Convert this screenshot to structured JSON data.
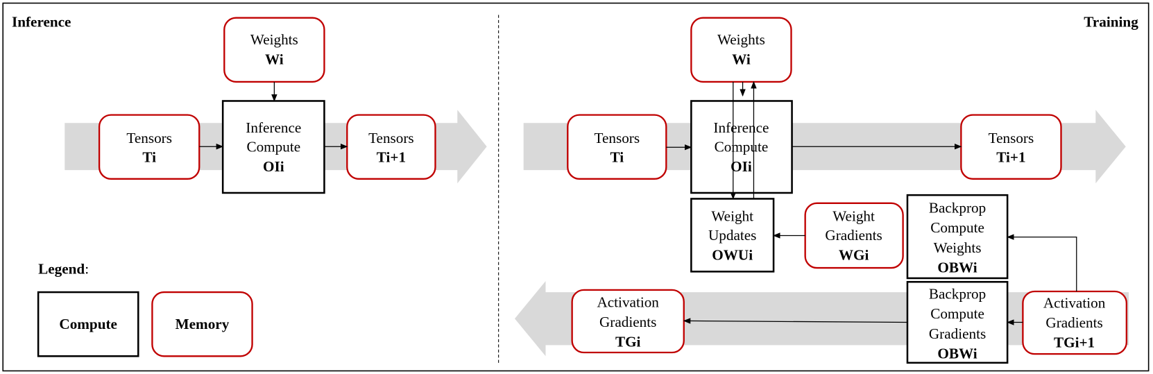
{
  "inference": {
    "title": "Inference",
    "weights": {
      "label": "Weights",
      "id": "Wi"
    },
    "tensors_in": {
      "label": "Tensors",
      "id": "Ti"
    },
    "compute": {
      "line1": "Inference",
      "line2": "Compute",
      "id": "OIi"
    },
    "tensors_out": {
      "label": "Tensors",
      "id": "Ti+1"
    }
  },
  "legend": {
    "title": "Legend",
    "colon": ":",
    "compute": "Compute",
    "memory": "Memory"
  },
  "training": {
    "title": "Training",
    "weights": {
      "label": "Weights",
      "id": "Wi"
    },
    "tensors_in": {
      "label": "Tensors",
      "id": "Ti"
    },
    "compute": {
      "line1": "Inference",
      "line2": "Compute",
      "id": "OIi"
    },
    "tensors_out": {
      "label": "Tensors",
      "id": "Ti+1"
    },
    "weight_updates": {
      "line1": "Weight",
      "line2": "Updates",
      "id": "OWUi"
    },
    "weight_gradients": {
      "line1": "Weight",
      "line2": "Gradients",
      "id": "WGi"
    },
    "backprop_weights": {
      "line1": "Backprop",
      "line2": "Compute",
      "line3": "Weights",
      "id": "OBWi"
    },
    "backprop_gradients": {
      "line1": "Backprop",
      "line2": "Compute",
      "line3": "Gradients",
      "id": "OBWi"
    },
    "act_grad_in": {
      "line1": "Activation",
      "line2": "Gradients",
      "id": "TGi+1"
    },
    "act_grad_out": {
      "line1": "Activation",
      "line2": "Gradients",
      "id": "TGi"
    }
  }
}
